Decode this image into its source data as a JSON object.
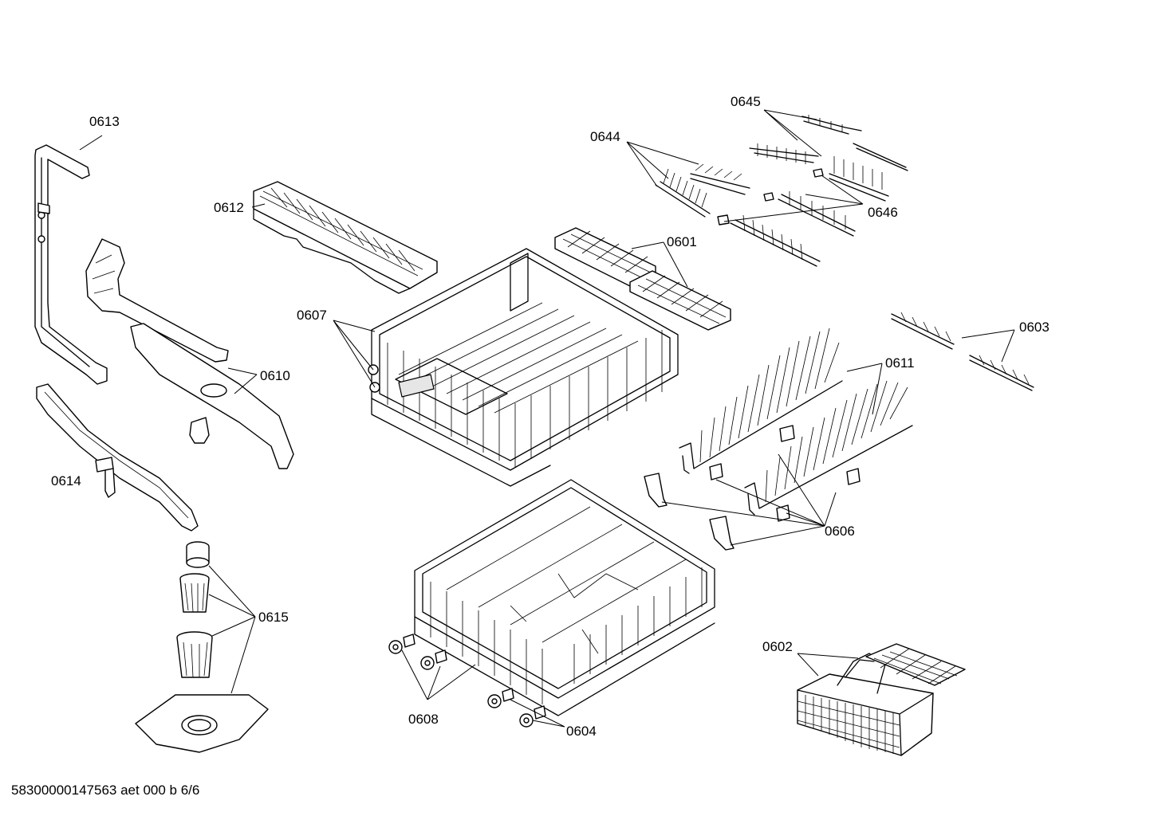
{
  "diagram": {
    "labels": {
      "p0613": "0613",
      "p0612": "0612",
      "p0644": "0644",
      "p0645": "0645",
      "p0646": "0646",
      "p0601": "0601",
      "p0607": "0607",
      "p0610": "0610",
      "p0603": "0603",
      "p0611": "0611",
      "p0614": "0614",
      "p0606": "0606",
      "p0615": "0615",
      "p0602": "0602",
      "p0608": "0608",
      "p0604": "0604"
    },
    "footer": "58300000147563 aet 000 b 6/6"
  }
}
